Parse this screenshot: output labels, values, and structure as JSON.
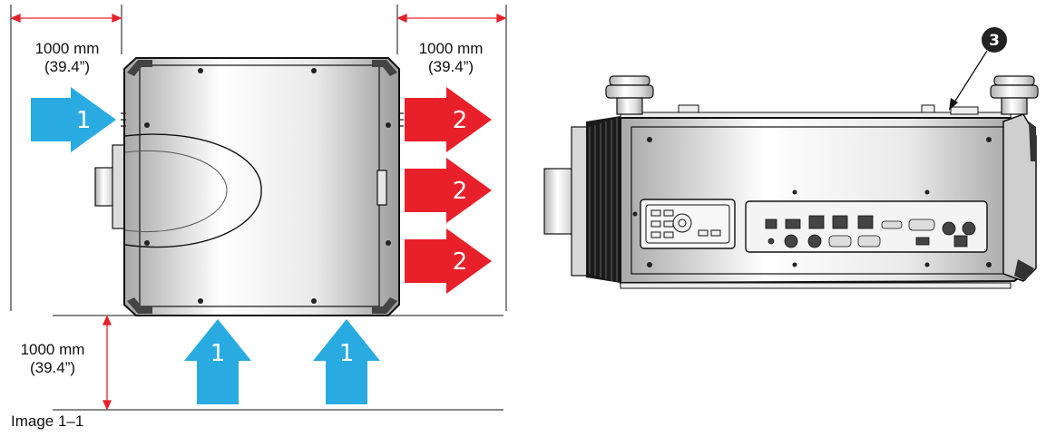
{
  "clearance": {
    "left": {
      "line1": "1000 mm",
      "line2": "(39.4”)"
    },
    "right": {
      "line1": "1000 mm",
      "line2": "(39.4”)"
    },
    "bottom": {
      "line1": "1000 mm",
      "line2": "(39.4”)"
    }
  },
  "airflow": {
    "intake_label": "1",
    "exhaust_label": "2",
    "intake_color": "#29abe2",
    "exhaust_color": "#e8202a"
  },
  "callout": {
    "label": "3"
  },
  "caption": "Image 1–1",
  "colors": {
    "dimension_line": "#e8202a",
    "outline": "#111111",
    "body_light": "#f4f4f4",
    "body_dark": "#9a9a9a"
  }
}
